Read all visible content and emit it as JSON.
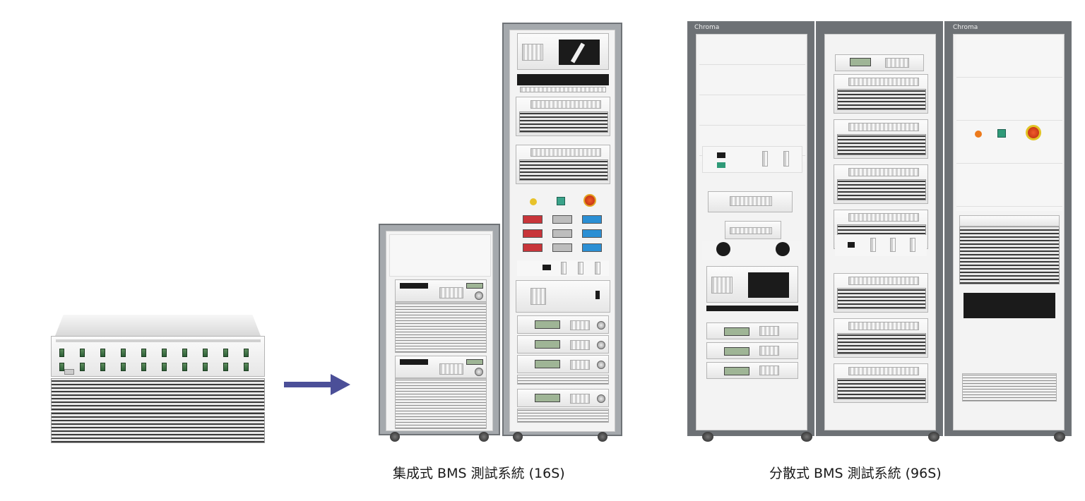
{
  "colors": {
    "arrow": "#4b4f98",
    "caption_text": "#1a1a1a",
    "cabinet_frame": "#a5a9ad",
    "panel": "#f3f3f3"
  },
  "arrow": {
    "icon": "right-arrow-icon"
  },
  "captions": {
    "integrated": "集成式 BMS 測試系統 (16S)",
    "distributed": "分散式 BMS 測試系統 (96S)"
  },
  "logos": {
    "cabinet_a": "Chroma",
    "cabinet_c": "Chroma"
  }
}
